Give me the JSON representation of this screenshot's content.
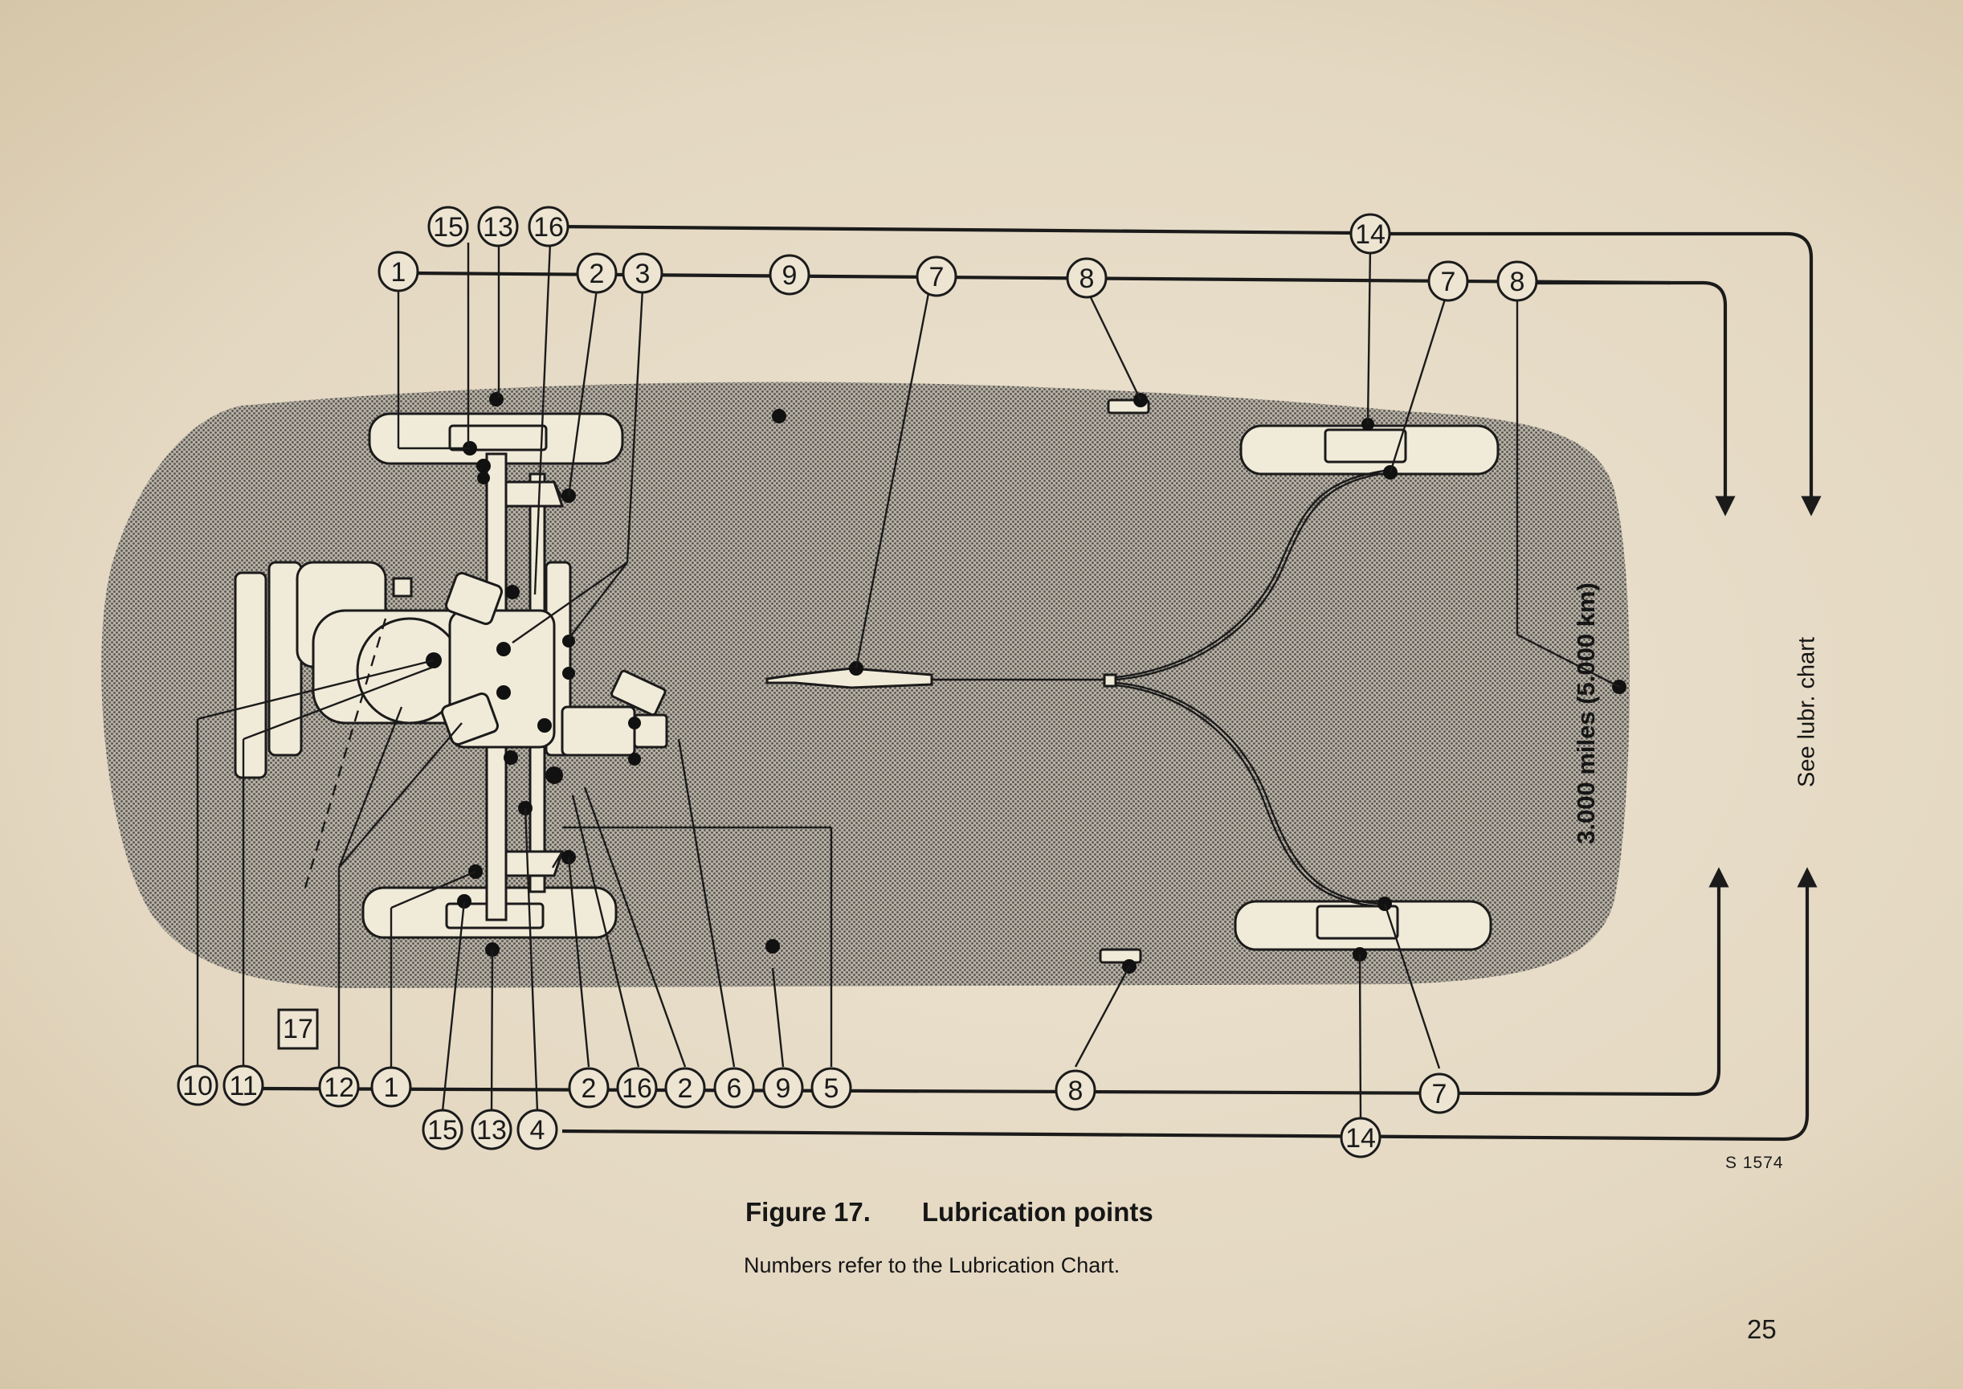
{
  "figure": {
    "number": "Figure 17.",
    "title": "Lubrication points",
    "subtitle": "Numbers refer to the Lubrication Chart.",
    "code": "S 1574",
    "page_number": "25"
  },
  "intervals": {
    "left": "3.000 miles (5.000 km)",
    "right": "See lubr. chart"
  },
  "top_row_1": [
    "15",
    "13",
    "16",
    "14"
  ],
  "top_row_2": [
    "1",
    "2",
    "3",
    "9",
    "7",
    "8",
    "7",
    "8"
  ],
  "bottom_row_1": [
    "10",
    "11",
    "12",
    "1",
    "2",
    "16",
    "2",
    "6",
    "9",
    "5",
    "8",
    "7"
  ],
  "bottom_row_2": [
    "15",
    "13",
    "4",
    "14"
  ],
  "special_point": "17",
  "colors": {
    "paper": "#e7ddc9",
    "ink": "#1b1b1b",
    "stipple": "#8f8b82"
  }
}
